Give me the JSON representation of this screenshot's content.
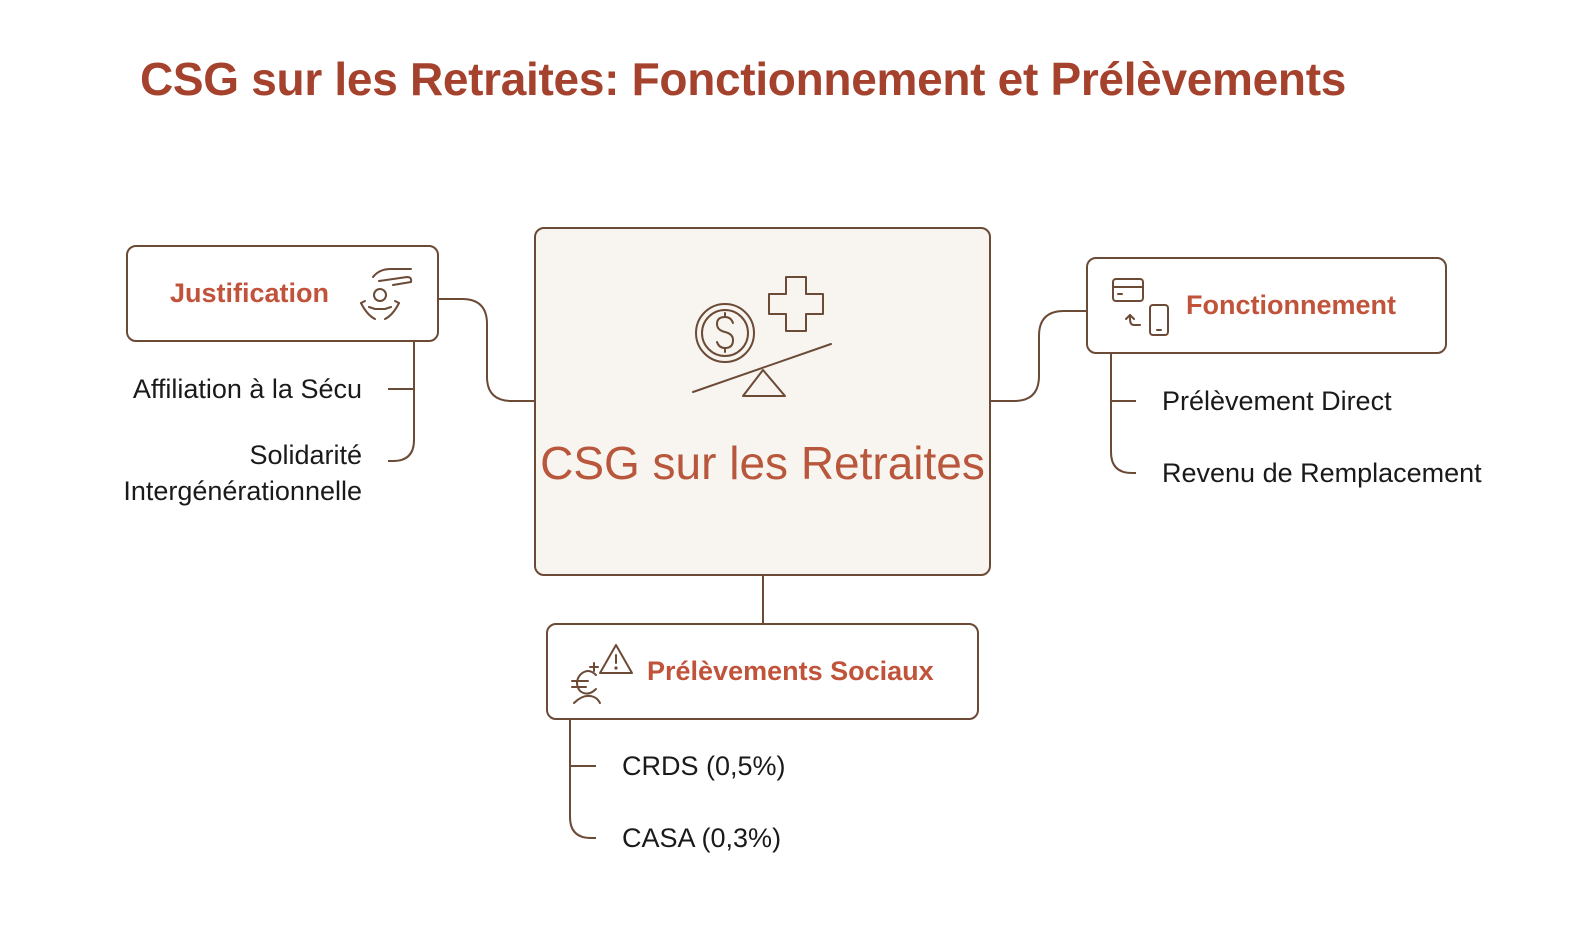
{
  "title": "CSG sur les Retraites: Fonctionnement et Prélèvements",
  "center": {
    "label": "CSG sur les Retraites",
    "icon": "money-scale-health-icon"
  },
  "branches": {
    "justification": {
      "label": "Justification",
      "icon": "hand-person-icon",
      "items": [
        "Affiliation à la Sécu",
        "Solidarité Intergénérationnelle"
      ]
    },
    "fonctionnement": {
      "label": "Fonctionnement",
      "icon": "card-phone-transfer-icon",
      "items": [
        "Prélèvement Direct",
        "Revenu de Remplacement"
      ]
    },
    "prelevements": {
      "label": "Prélèvements Sociaux",
      "icon": "euro-person-warning-icon",
      "items": [
        "CRDS (0,5%)",
        "CASA (0,3%)"
      ]
    }
  },
  "colors": {
    "title": "#a5422d",
    "accent": "#c0533a",
    "line": "#6b4a36",
    "center_fill": "#f8f5f0"
  }
}
